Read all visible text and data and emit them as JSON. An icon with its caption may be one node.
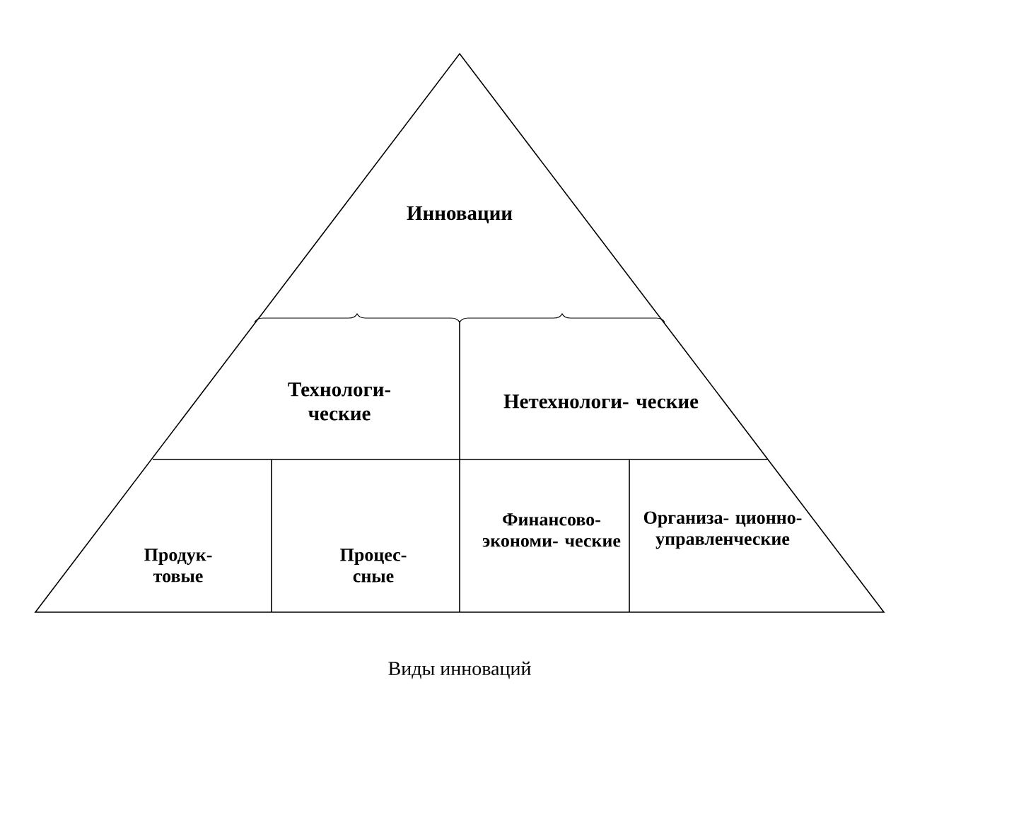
{
  "diagram": {
    "caption": "Виды инноваций",
    "nodes": [
      {
        "text": [
          "Инновации"
        ]
      },
      {
        "text": [
          "Технологи- ческие"
        ]
      },
      {
        "text": [
          "Нетехнологи- ческие"
        ]
      },
      {
        "text": [
          "Продук- товые"
        ]
      },
      {
        "text": [
          "Процес- сные"
        ]
      },
      {
        "text": [
          "Финансово- экономи- ческие"
        ]
      },
      {
        "text": [
          "Организа- ционно- управленческие"
        ]
      }
    ]
  }
}
